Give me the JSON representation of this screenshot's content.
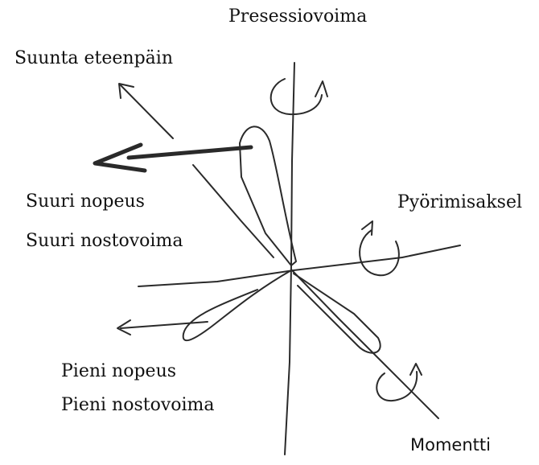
{
  "labels": {
    "precession_force": "Presessiovoima",
    "forward_direction": "Suunta eteenpäin",
    "high_speed": "Suuri nopeus",
    "high_lift": "Suuri nostovoima",
    "rotation_axis": "Pyörimisaksel",
    "low_speed": "Pieni nopeus",
    "low_lift": "Pieni nostovoima",
    "moment": "Momentti"
  },
  "colors": {
    "ink": "#2a2a2a",
    "background": "#ffffff"
  }
}
